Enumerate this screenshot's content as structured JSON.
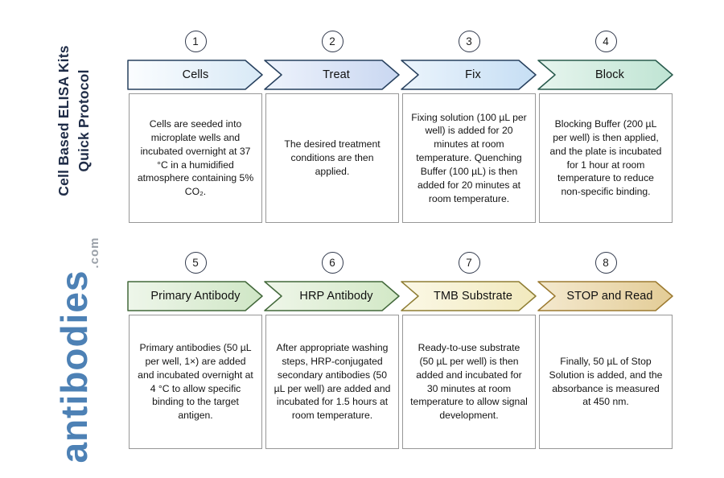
{
  "branding": {
    "title_line1": "Cell Based ELISA Kits",
    "title_line2": "Quick Protocol",
    "logo_text": "antibodies",
    "logo_suffix": ".com",
    "colors": {
      "title": "#1f2c47",
      "logo": "#4d81b5",
      "logo_suffix": "#9aa0a8"
    }
  },
  "steps": [
    {
      "number": "1",
      "label": "Cells",
      "description": "Cells are seeded into microplate wells and incubated overnight at 37 °C in a humidified atmosphere containing 5% CO₂.",
      "colors": {
        "fill_light": "#fbfdff",
        "fill": "#d8e9f6",
        "border": "#27405e"
      }
    },
    {
      "number": "2",
      "label": "Treat",
      "description": "The desired treatment conditions are then applied.",
      "colors": {
        "fill_light": "#eef3fc",
        "fill": "#c9d7f1",
        "border": "#27405e"
      }
    },
    {
      "number": "3",
      "label": "Fix",
      "description": "Fixing solution (100 µL per well) is added for 20 minutes at room temperature. Quenching Buffer (100 µL) is then added for 20 minutes at room temperature.",
      "colors": {
        "fill_light": "#ebf4fc",
        "fill": "#c6def4",
        "border": "#27405e"
      }
    },
    {
      "number": "4",
      "label": "Block",
      "description": "Blocking Buffer (200 µL per well) is then applied, and the plate is incubated for 1 hour at room temperature to reduce non-specific binding.",
      "colors": {
        "fill_light": "#e7f5ee",
        "fill": "#bfe4d3",
        "border": "#285a4c"
      }
    },
    {
      "number": "5",
      "label": "Primary Antibody",
      "description": "Primary antibodies (50 µL per well, 1×) are added and incubated overnight at 4 °C to allow specific binding to the target antigen.",
      "colors": {
        "fill_light": "#eef6ea",
        "fill": "#cfe6c5",
        "border": "#42683a"
      }
    },
    {
      "number": "6",
      "label": "HRP Antibody",
      "description": "After appropriate washing steps, HRP-conjugated secondary antibodies (50 µL per well) are added and incubated for 1.5 hours at room temperature.",
      "colors": {
        "fill_light": "#eff6e9",
        "fill": "#d2e8c6",
        "border": "#42683a"
      }
    },
    {
      "number": "7",
      "label": "TMB Substrate",
      "description": "Ready-to-use substrate (50 µL per well) is then added and incubated for 30 minutes at room temperature to allow signal development.",
      "colors": {
        "fill_light": "#fbf8e6",
        "fill": "#f1e9bd",
        "border": "#8e7d33"
      }
    },
    {
      "number": "8",
      "label": "STOP and Read",
      "description": "Finally, 50 µL of Stop Solution is added, and the absorbance is measured at 450 nm.",
      "colors": {
        "fill_light": "#f4e9cf",
        "fill": "#e3cc96",
        "border": "#9c7a30"
      }
    }
  ]
}
